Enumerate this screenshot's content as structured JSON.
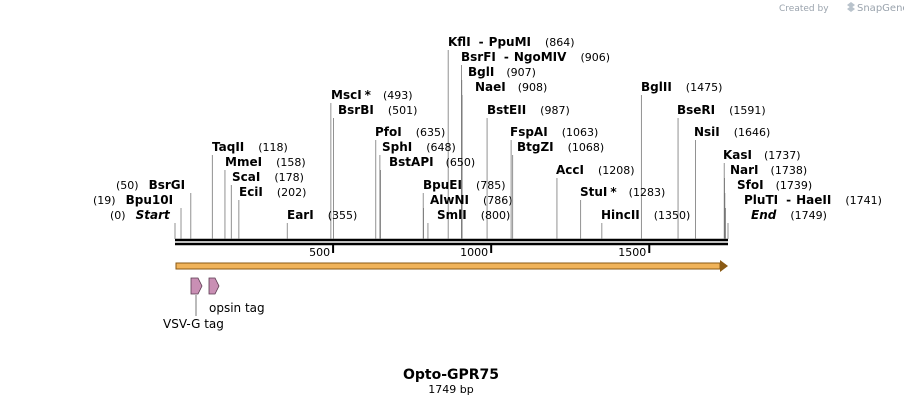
{
  "header": {
    "created_by": "Created by",
    "brand": "SnapGene"
  },
  "title": "Opto-GPR75",
  "subtitle": "1749 bp",
  "sequence_length": 1749,
  "scale_ticks": [
    {
      "value": 500,
      "label": "500"
    },
    {
      "value": 1000,
      "label": "1000"
    },
    {
      "value": 1500,
      "label": "1500"
    }
  ],
  "sites": [
    {
      "name": "Start",
      "pos": "(0)",
      "value": 0
    },
    {
      "name": "Bpu10I",
      "pos": "(19)",
      "value": 19
    },
    {
      "name": "BsrGI",
      "pos": "(50)",
      "value": 50
    },
    {
      "name": "TaqII",
      "pos": "(118)",
      "value": 118
    },
    {
      "name": "MmeI",
      "pos": "(158)",
      "value": 158
    },
    {
      "name": "ScaI",
      "pos": "(178)",
      "value": 178
    },
    {
      "name": "EciI",
      "pos": "(202)",
      "value": 202
    },
    {
      "name": "EarI",
      "pos": "(355)",
      "value": 355
    },
    {
      "name": "MscI",
      "star": "*",
      "pos": "(493)",
      "value": 493
    },
    {
      "name": "BsrBI",
      "pos": "(501)",
      "value": 501
    },
    {
      "name": "PfoI",
      "pos": "(635)",
      "value": 635
    },
    {
      "name": "SphI",
      "pos": "(648)",
      "value": 648
    },
    {
      "name": "BstAPI",
      "pos": "(650)",
      "value": 650
    },
    {
      "name": "BpuEI",
      "pos": "(785)",
      "value": 785
    },
    {
      "name": "AlwNI",
      "pos": "(786)",
      "value": 786
    },
    {
      "name": "SmlI",
      "pos": "(800)",
      "value": 800
    },
    {
      "name": "KflI",
      "name2": "PpuMI",
      "sep": "-",
      "pos": "(864)",
      "value": 864
    },
    {
      "name": "BsrFI",
      "name2": "NgoMIV",
      "sep": "-",
      "pos": "(906)",
      "value": 906
    },
    {
      "name": "BglI",
      "pos": "(907)",
      "value": 907
    },
    {
      "name": "NaeI",
      "pos": "(908)",
      "value": 908
    },
    {
      "name": "BstEII",
      "pos": "(987)",
      "value": 987
    },
    {
      "name": "FspAI",
      "pos": "(1063)",
      "value": 1063
    },
    {
      "name": "BtgZI",
      "pos": "(1068)",
      "value": 1068
    },
    {
      "name": "AccI",
      "pos": "(1208)",
      "value": 1208
    },
    {
      "name": "StuI",
      "star": "*",
      "pos": "(1283)",
      "value": 1283
    },
    {
      "name": "HincII",
      "pos": "(1350)",
      "value": 1350
    },
    {
      "name": "BglII",
      "pos": "(1475)",
      "value": 1475
    },
    {
      "name": "BseRI",
      "pos": "(1591)",
      "value": 1591
    },
    {
      "name": "NsiI",
      "pos": "(1646)",
      "value": 1646
    },
    {
      "name": "KasI",
      "pos": "(1737)",
      "value": 1737
    },
    {
      "name": "NarI",
      "pos": "(1738)",
      "value": 1738
    },
    {
      "name": "SfoI",
      "pos": "(1739)",
      "value": 1739
    },
    {
      "name": "PluTI",
      "name2": "HaeII",
      "sep": "-",
      "pos": "(1741)",
      "value": 1741
    },
    {
      "name": "End",
      "pos": "(1749)",
      "value": 1749
    }
  ],
  "features": [
    {
      "name": "VSV-G tag",
      "color": "#c98fb4"
    },
    {
      "name": "opsin tag",
      "color": "#c98fb4"
    }
  ],
  "orf": {
    "color": "#f0b35a",
    "outline": "#8a5a14"
  }
}
